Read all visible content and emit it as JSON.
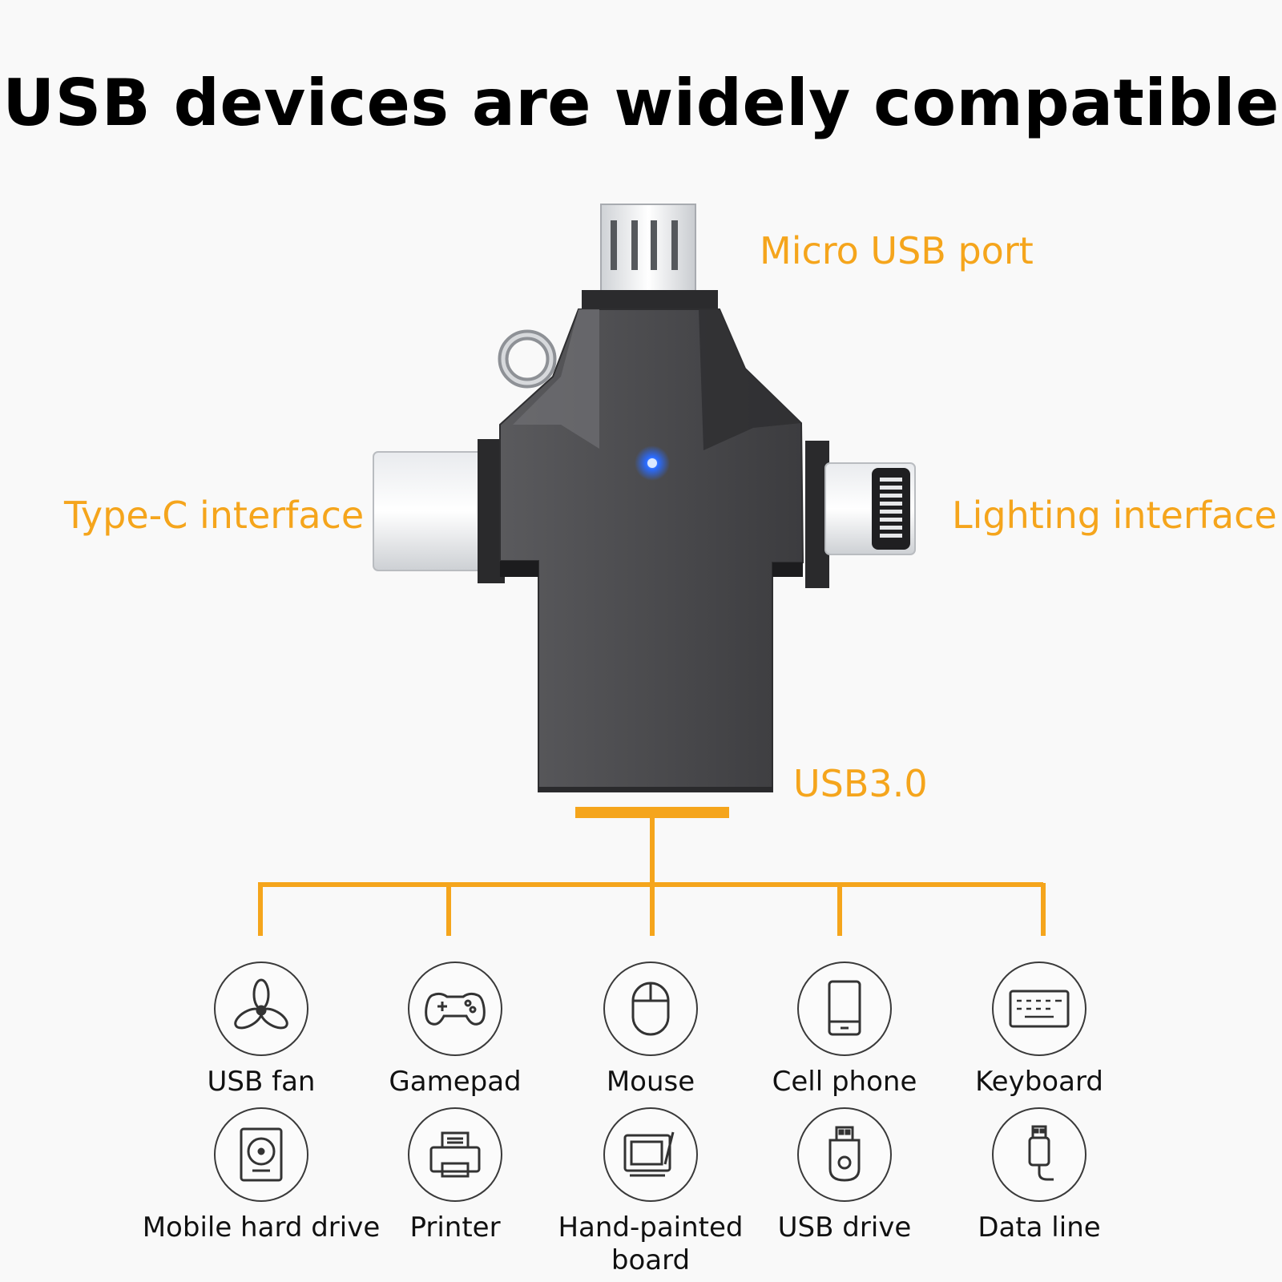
{
  "title": "USB devices are widely compatible",
  "ports": {
    "micro_usb": "Micro USB port",
    "type_c": "Type-C interface",
    "lightning": "Lighting interface",
    "usb3": "USB3.0"
  },
  "colors": {
    "accent": "#f5a51c",
    "led": "#2a6bff",
    "body": "#4a4a4c"
  },
  "devices": [
    {
      "label": "USB fan",
      "icon": "fan-icon"
    },
    {
      "label": "Gamepad",
      "icon": "gamepad-icon"
    },
    {
      "label": "Mouse",
      "icon": "mouse-icon"
    },
    {
      "label": "Cell phone",
      "icon": "cell-phone-icon"
    },
    {
      "label": "Keyboard",
      "icon": "keyboard-icon"
    },
    {
      "label": "Mobile hard drive",
      "icon": "hard-drive-icon"
    },
    {
      "label": "Printer",
      "icon": "printer-icon"
    },
    {
      "label": "Hand-painted board",
      "icon": "drawing-tablet-icon"
    },
    {
      "label": "USB drive",
      "icon": "usb-drive-icon"
    },
    {
      "label": "Data line",
      "icon": "data-cable-icon"
    }
  ]
}
